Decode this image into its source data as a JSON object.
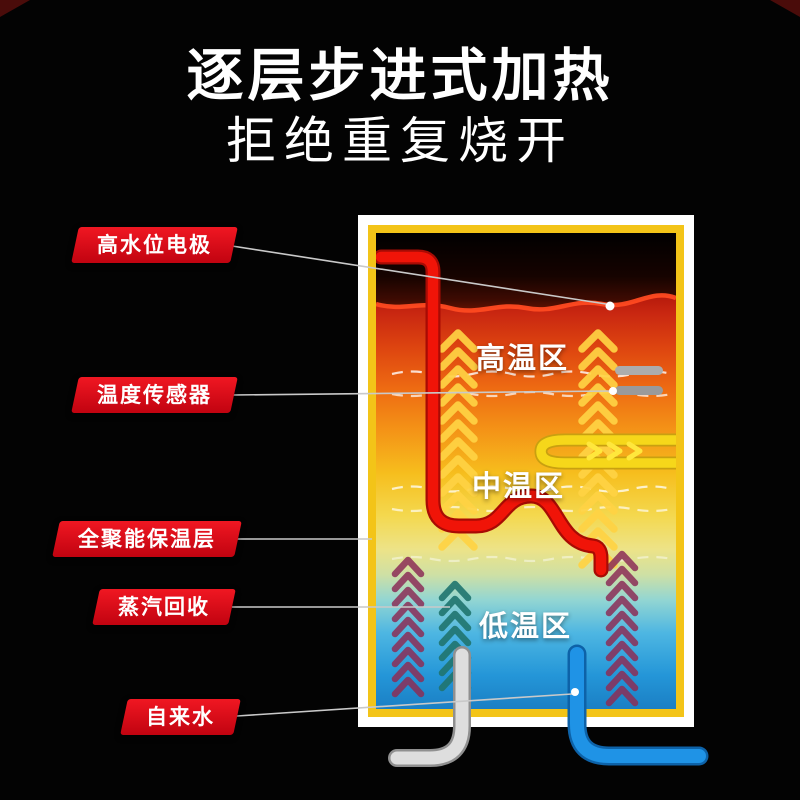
{
  "header": {
    "title": "逐层步进式加热",
    "subtitle": "拒绝重复烧开"
  },
  "callouts": [
    {
      "label": "高水位电极"
    },
    {
      "label": "温度传感器"
    },
    {
      "label": "全聚能保温层"
    },
    {
      "label": "蒸汽回收"
    },
    {
      "label": "自来水"
    }
  ],
  "tank": {
    "zones": [
      {
        "label": "高温区"
      },
      {
        "label": "中温区"
      },
      {
        "label": "低温区"
      }
    ]
  },
  "colors": {
    "background": "#000000",
    "callout_red": "#E8101B",
    "tank_frame_outer": "#FFFFFF",
    "tank_frame_inner": "#F3C418",
    "hot_zone": "#D6330E",
    "mid_zone": "#F6BE1D",
    "cold_zone": "#1B7FC4",
    "pipe_red": "#F01408",
    "pipe_yellow": "#F6D71A",
    "pipe_blue": "#1F93E6",
    "pipe_gray": "#DFDFDF"
  }
}
